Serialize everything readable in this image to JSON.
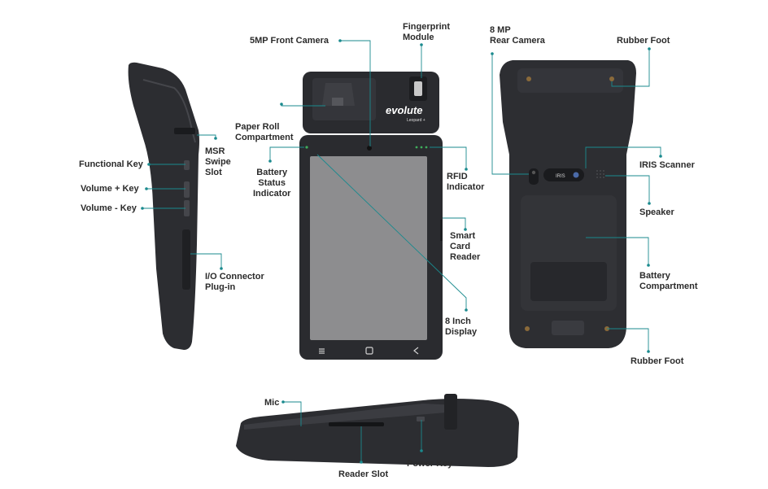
{
  "brand": {
    "logo": "evolute",
    "model": "Leopard +"
  },
  "colors": {
    "accent": "#1a8a8e",
    "device_body": "#2a2b2f",
    "screen": "#8a8a8c",
    "text": "#2b2b2b"
  },
  "labels": {
    "front_camera": "5MP Front Camera",
    "fingerprint": [
      "Fingerprint",
      "Module"
    ],
    "rear_camera": [
      "8 MP",
      "Rear Camera"
    ],
    "rubber_foot_top": "Rubber Foot",
    "paper_roll": [
      "Paper Roll",
      "Compartment"
    ],
    "msr": [
      "MSR",
      "Swipe",
      "Slot"
    ],
    "functional_key": "Functional Key",
    "volume_up": "Volume + Key",
    "volume_down": "Volume - Key",
    "battery_status": [
      "Battery",
      "Status",
      "Indicator"
    ],
    "rfid": [
      "RFID",
      "Indicator"
    ],
    "iris": "IRIS Scanner",
    "speaker": "Speaker",
    "smart_card": [
      "Smart",
      "Card",
      "Reader"
    ],
    "io_connector": [
      "I/O Connector",
      "Plug-in"
    ],
    "battery_compartment": [
      "Battery",
      "Compartment"
    ],
    "display": [
      "8 Inch",
      "Display"
    ],
    "rubber_foot_bottom": "Rubber Foot",
    "mic": "Mic",
    "reader_slot": "Reader Slot",
    "power_key": "Power Key",
    "iris_badge": "IRIS"
  }
}
